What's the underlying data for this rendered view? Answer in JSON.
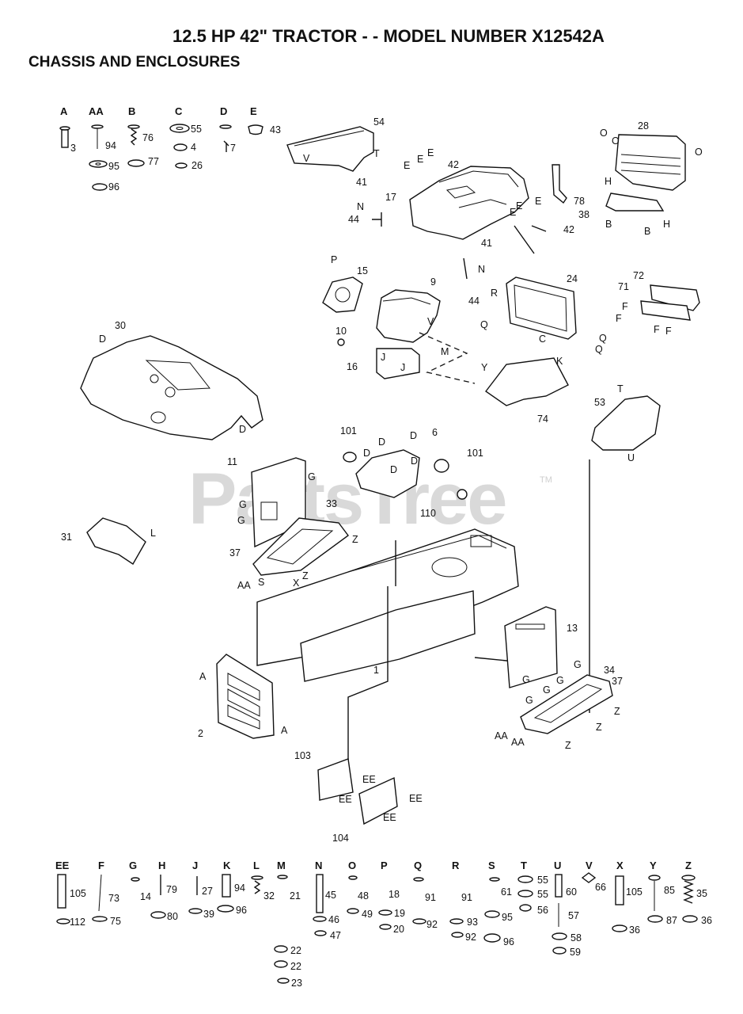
{
  "header": {
    "title": "12.5 HP 42\"  TRACTOR - - MODEL NUMBER X12542A",
    "subtitle": "CHASSIS AND ENCLOSURES"
  },
  "watermark": {
    "text": "PartsTree",
    "tm": "TM"
  },
  "top_legend": [
    {
      "letter": "A",
      "parts": [
        "3"
      ]
    },
    {
      "letter": "AA",
      "parts": [
        "94",
        "95",
        "96"
      ]
    },
    {
      "letter": "B",
      "parts": [
        "76",
        "77"
      ]
    },
    {
      "letter": "C",
      "parts": [
        "55",
        "4",
        "26"
      ]
    },
    {
      "letter": "D",
      "parts": [
        "7"
      ]
    },
    {
      "letter": "E",
      "parts": [
        "43"
      ]
    }
  ],
  "bottom_legend": [
    {
      "letter": "EE",
      "parts": [
        "105",
        "112"
      ]
    },
    {
      "letter": "F",
      "parts": [
        "73",
        "75"
      ]
    },
    {
      "letter": "G",
      "parts": [
        "14"
      ]
    },
    {
      "letter": "H",
      "parts": [
        "79",
        "80"
      ]
    },
    {
      "letter": "J",
      "parts": [
        "27",
        "39"
      ]
    },
    {
      "letter": "K",
      "parts": [
        "94",
        "96"
      ]
    },
    {
      "letter": "L",
      "parts": [
        "32"
      ]
    },
    {
      "letter": "M",
      "parts": [
        "21"
      ]
    },
    {
      "letter": "N",
      "parts": [
        "45",
        "46",
        "47",
        "22",
        "22",
        "23"
      ]
    },
    {
      "letter": "O",
      "parts": [
        "48",
        "49"
      ]
    },
    {
      "letter": "P",
      "parts": [
        "18",
        "19",
        "20"
      ]
    },
    {
      "letter": "Q",
      "parts": [
        "91",
        "92"
      ]
    },
    {
      "letter": "R",
      "parts": [
        "91",
        "93",
        "92"
      ]
    },
    {
      "letter": "S",
      "parts": [
        "61",
        "95",
        "96"
      ]
    },
    {
      "letter": "T",
      "parts": [
        "55",
        "55",
        "56"
      ]
    },
    {
      "letter": "U",
      "parts": [
        "60",
        "57",
        "58",
        "59"
      ]
    },
    {
      "letter": "V",
      "parts": [
        "66"
      ]
    },
    {
      "letter": "X",
      "parts": [
        "105",
        "36"
      ]
    },
    {
      "letter": "Y",
      "parts": [
        "85",
        "87"
      ]
    },
    {
      "letter": "Z",
      "parts": [
        "35",
        "36"
      ]
    }
  ],
  "callouts": {
    "p1": "1",
    "p2": "2",
    "p6": "6",
    "p9": "9",
    "p10": "10",
    "p11": "11",
    "p13": "13",
    "p15": "15",
    "p16": "16",
    "p17": "17",
    "p24": "24",
    "p28": "28",
    "p30": "30",
    "p31": "31",
    "p33": "33",
    "p34": "34",
    "p37a": "37",
    "p37b": "37",
    "p38": "38",
    "p41a": "41",
    "p41b": "41",
    "p42a": "42",
    "p42b": "42",
    "p44a": "44",
    "p44b": "44",
    "p53": "53",
    "p54": "54",
    "p71": "71",
    "p72": "72",
    "p74": "74",
    "p78": "78",
    "p101a": "101",
    "p101b": "101",
    "p103": "103",
    "p104": "104",
    "p110": "110"
  },
  "letters": {
    "A": "A",
    "AA": "AA",
    "B": "B",
    "C": "C",
    "D": "D",
    "E": "E",
    "EE": "EE",
    "F": "F",
    "G": "G",
    "H": "H",
    "J": "J",
    "K": "K",
    "L": "L",
    "M": "M",
    "N": "N",
    "O": "O",
    "P": "P",
    "Q": "Q",
    "R": "R",
    "S": "S",
    "T": "T",
    "U": "U",
    "V": "V",
    "X": "X",
    "Y": "Y",
    "Z": "Z"
  }
}
